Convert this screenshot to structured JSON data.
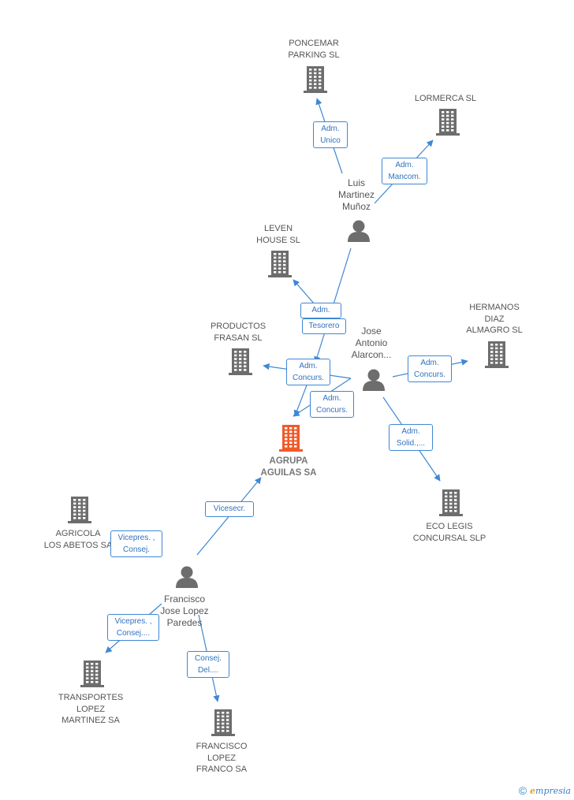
{
  "diagram": {
    "nodes": [
      {
        "id": "agrupa",
        "kind": "company",
        "focus": true,
        "label": "AGRUPA\nAGUILAS SA",
        "color": "#f05a2a"
      },
      {
        "id": "poncemar",
        "kind": "company",
        "label": "PONCEMAR\nPARKING  SL"
      },
      {
        "id": "lormerca",
        "kind": "company",
        "label": "LORMERCA SL"
      },
      {
        "id": "leven",
        "kind": "company",
        "label": "LEVEN\nHOUSE SL"
      },
      {
        "id": "productos",
        "kind": "company",
        "label": "PRODUCTOS\nFRASAN SL"
      },
      {
        "id": "hermanos",
        "kind": "company",
        "label": "HERMANOS\nDIAZ\nALMAGRO SL"
      },
      {
        "id": "ecolegis",
        "kind": "company",
        "label": "ECO LEGIS\nCONCURSAL  SLP"
      },
      {
        "id": "agricola",
        "kind": "company",
        "label": "AGRICOLA\nLOS ABETOS SA"
      },
      {
        "id": "transportes",
        "kind": "company",
        "label": "TRANSPORTES\nLOPEZ\nMARTINEZ SA"
      },
      {
        "id": "franciscosa",
        "kind": "company",
        "label": "FRANCISCO\nLOPEZ\nFRANCO SA"
      },
      {
        "id": "luis",
        "kind": "person",
        "label": "Luis\nMartinez\nMuñoz"
      },
      {
        "id": "jose",
        "kind": "person",
        "label": "Jose\nAntonio\nAlarcon..."
      },
      {
        "id": "francisco",
        "kind": "person",
        "label": "Francisco\nJose Lopez\nParedes"
      }
    ],
    "relations": [
      {
        "id": "r1",
        "label": "Adm.\nUnico"
      },
      {
        "id": "r2",
        "label": "Adm.\nMancom."
      },
      {
        "id": "r3",
        "label": "Adm."
      },
      {
        "id": "r4",
        "label": "Tesorero"
      },
      {
        "id": "r5",
        "label": "Adm.\nConcurs."
      },
      {
        "id": "r6",
        "label": "Adm.\nConcurs."
      },
      {
        "id": "r7",
        "label": "Adm.\nConcurs."
      },
      {
        "id": "r8",
        "label": "Adm.\nSolid.,..."
      },
      {
        "id": "r9",
        "label": "Vicesecr."
      },
      {
        "id": "r10",
        "label": "Vicepres. ,\nConsej."
      },
      {
        "id": "r11",
        "label": "Vicepres. ,\nConsej...."
      },
      {
        "id": "r12",
        "label": "Consej.\nDel...."
      }
    ],
    "colors": {
      "edge": "#3f87d4",
      "company": "#6d6d6d",
      "focus": "#f05a2a",
      "person": "#6d6d6d"
    }
  },
  "footer": {
    "copyright_symbol": "©",
    "brand_first": "e",
    "brand_rest": "mpresia"
  }
}
